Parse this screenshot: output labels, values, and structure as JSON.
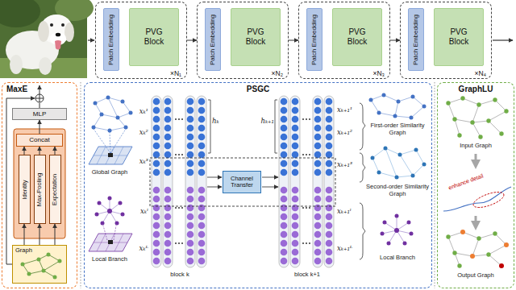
{
  "diagram": {
    "nodes": [
      {
        "text": [
          "×N₁"
        ]
      },
      {
        "text": [
          "Patch Embedding"
        ],
        "in": 0
      },
      {
        "text": [
          "PVG Block"
        ],
        "in": 0
      },
      {
        "text": [
          "×N₂"
        ]
      },
      {
        "text": [
          "Patch Embedding"
        ],
        "in": 3
      },
      {
        "text": [
          "PVG Block"
        ],
        "in": 3
      },
      {
        "text": [
          "×N₃"
        ]
      },
      {
        "text": [
          "Patch Embedding"
        ],
        "in": 6
      },
      {
        "text": [
          "PVG Block"
        ],
        "in": 6
      },
      {
        "text": [
          "×N₄"
        ]
      },
      {
        "text": [
          "Patch Embedding"
        ],
        "in": 9
      },
      {
        "text": [
          "PVG Block"
        ],
        "in": 9
      },
      {
        "text": [
          "MaxE"
        ]
      },
      {
        "text": [
          "MLP"
        ],
        "in": 12
      },
      {
        "text": [
          "Concat"
        ],
        "in": 12
      },
      {
        "text": [
          "Identity"
        ],
        "in": 12
      },
      {
        "text": [
          "Max-Pooling"
        ],
        "in": 12
      },
      {
        "text": [
          "Expectation"
        ],
        "in": 12
      },
      {
        "text": [
          "Graph"
        ],
        "in": 12
      },
      {
        "text": [
          "PSGC"
        ]
      },
      {
        "text": [
          "Channel Transfer"
        ],
        "in": 19
      },
      {
        "text": [
          "GraphLU"
        ]
      }
    ],
    "edges": [
      {
        "from": 0,
        "to": 3,
        "arrow": "to"
      },
      {
        "from": 3,
        "to": 6,
        "arrow": "to"
      },
      {
        "from": 6,
        "to": 9,
        "arrow": "to"
      },
      {
        "from": 18,
        "to": 15,
        "arrow": "to"
      },
      {
        "from": 18,
        "to": 16,
        "arrow": "to"
      },
      {
        "from": 18,
        "to": 17,
        "arrow": "to"
      },
      {
        "from": 15,
        "to": 14,
        "arrow": "to"
      },
      {
        "from": 16,
        "to": 14,
        "arrow": "to"
      },
      {
        "from": 17,
        "to": 14,
        "arrow": "to"
      },
      {
        "from": 14,
        "to": 13,
        "arrow": "to"
      }
    ],
    "labels": [
      "Global Graph",
      "Local Branch",
      "xₖ¹",
      "xₖ²",
      "xₖ³",
      "xₖˡ",
      "xₖᴸ",
      "hₖ",
      "hₖ₊₁",
      "block k",
      "block k+1",
      "xₖ₊₁¹",
      "xₖ₊₁²",
      "xₖ₊₁³",
      "xₖ₊₁ˡ",
      "xₖ₊₁ᴸ",
      "First-order Similarity Graph",
      "Second-order Similarity Graph",
      "Local Branch",
      "Input Graph",
      "enhance detail",
      "Output Graph"
    ]
  }
}
